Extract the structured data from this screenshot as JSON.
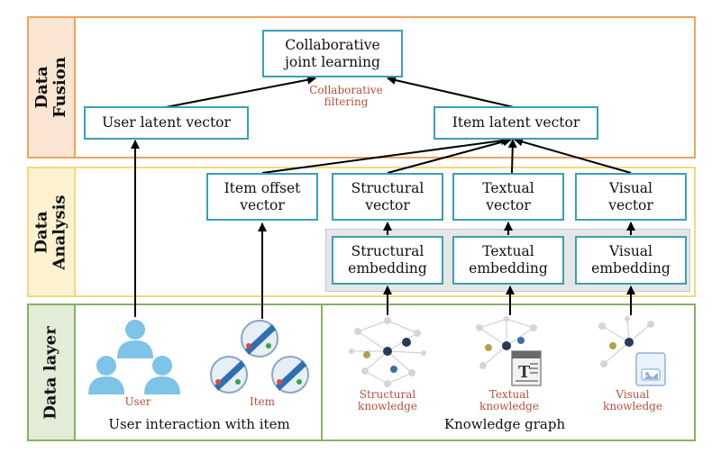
{
  "layers": {
    "fusion": {
      "label": "Data\nFusion",
      "color": "#f0a35e",
      "fill": "#fbe5d3"
    },
    "analysis": {
      "label": "Data\nAnalysis",
      "color": "#f5d97a",
      "fill": "#fdf3d1"
    },
    "data": {
      "label": "Data layer",
      "color": "#89b066",
      "fill": "#e3ecd6"
    }
  },
  "nodes": {
    "joint": "Collaborative\njoint learning",
    "cf_note": "Collaborative\nfiltering",
    "user_latent": "User latent vector",
    "item_latent": "Item latent vector",
    "item_offset": "Item offset\nvector",
    "structural_vector": "Structural\nvector",
    "textual_vector": "Textual\nvector",
    "visual_vector": "Visual\nvector",
    "structural_embedding": "Structural\nembedding",
    "textual_embedding": "Textual\nembedding",
    "visual_embedding": "Visual\nembedding"
  },
  "data_layer": {
    "user_label": "User",
    "item_label": "Item",
    "interaction_caption": "User interaction with item",
    "structural_knowledge": "Structural\nknowledge",
    "textual_knowledge": "Textual\nknowledge",
    "visual_knowledge": "Visual\nknowledge",
    "kg_caption": "Knowledge graph"
  },
  "icons": {
    "user_group": "user-group-icon",
    "item_film": "film-reel-icon",
    "graph": "knowledge-graph-icon",
    "text_doc": "text-document-icon",
    "image_doc": "image-document-icon"
  },
  "colors": {
    "box_border": "#3aa0b5",
    "note_red": "#b4503e",
    "person": "#7ec3e8"
  }
}
